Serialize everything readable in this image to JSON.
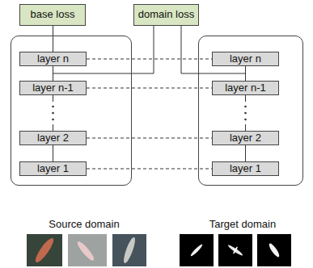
{
  "diagram": {
    "nodes": [
      {
        "text": [
          "base loss"
        ]
      },
      {
        "text": [
          "domain loss"
        ]
      },
      {
        "text": []
      },
      {
        "text": [
          "layer n"
        ],
        "in": 2
      },
      {
        "text": [
          "layer n-1"
        ],
        "in": 2
      },
      {
        "text": [
          "layer 2"
        ],
        "in": 2
      },
      {
        "text": [
          "layer 1"
        ],
        "in": 2
      },
      {
        "text": []
      },
      {
        "text": [
          "layer n"
        ],
        "in": 7
      },
      {
        "text": [
          "layer n-1"
        ],
        "in": 7
      },
      {
        "text": [
          "layer 2"
        ],
        "in": 7
      },
      {
        "text": [
          "layer 1"
        ],
        "in": 7
      }
    ],
    "edges": [
      {
        "from": 3,
        "to": 8,
        "arrow": "none"
      },
      {
        "from": 4,
        "to": 9,
        "arrow": "none"
      },
      {
        "from": 5,
        "to": 10,
        "arrow": "none"
      },
      {
        "from": 6,
        "to": 11,
        "arrow": "none"
      },
      {
        "from": 3,
        "to": 0,
        "arrow": "none"
      },
      {
        "from": 4,
        "to": 3,
        "arrow": "none"
      },
      {
        "from": 5,
        "to": 4,
        "arrow": "none"
      },
      {
        "from": 6,
        "to": 5,
        "arrow": "none"
      },
      {
        "from": 9,
        "to": 8,
        "arrow": "none"
      },
      {
        "from": 10,
        "to": 9,
        "arrow": "none"
      },
      {
        "from": 11,
        "to": 10,
        "arrow": "none"
      },
      {
        "from": 4,
        "to": 1,
        "arrow": "none"
      },
      {
        "from": 9,
        "to": 1,
        "arrow": "none"
      }
    ],
    "labels": [
      "Source domain",
      "Target domain"
    ]
  }
}
